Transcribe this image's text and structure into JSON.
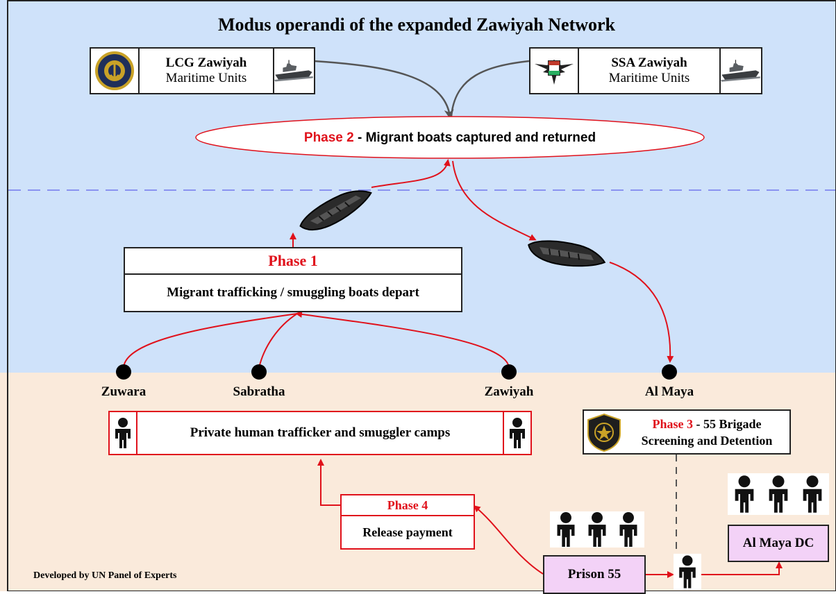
{
  "title": "Modus operandi of the expanded Zawiyah Network",
  "units": {
    "lcg": {
      "name": "LCG Zawiyah",
      "type": "Maritime Units"
    },
    "ssa": {
      "name": "SSA Zawiyah",
      "type": "Maritime Units"
    }
  },
  "phases": {
    "p1": {
      "name": "Phase 1",
      "desc": "Migrant trafficking / smuggling boats depart"
    },
    "p2": {
      "name": "Phase 2",
      "desc": "- Migrant boats captured and returned"
    },
    "p3": {
      "name": "Phase 3",
      "title": "- 55 Brigade",
      "desc": "Screening and Detention"
    },
    "p4": {
      "name": "Phase 4",
      "desc": "Release payment"
    }
  },
  "cities": [
    "Zuwara",
    "Sabratha",
    "Zawiyah",
    "Al Maya"
  ],
  "camps": {
    "label": "Private human trafficker and smuggler camps"
  },
  "facilities": {
    "prison": "Prison 55",
    "dc": "Al Maya DC"
  },
  "credit": "Developed by UN Panel of Experts",
  "colors": {
    "sea": "#cfe2fa",
    "land": "#faeadb",
    "accent": "#e0111b",
    "facility": "#f3d2f7"
  }
}
